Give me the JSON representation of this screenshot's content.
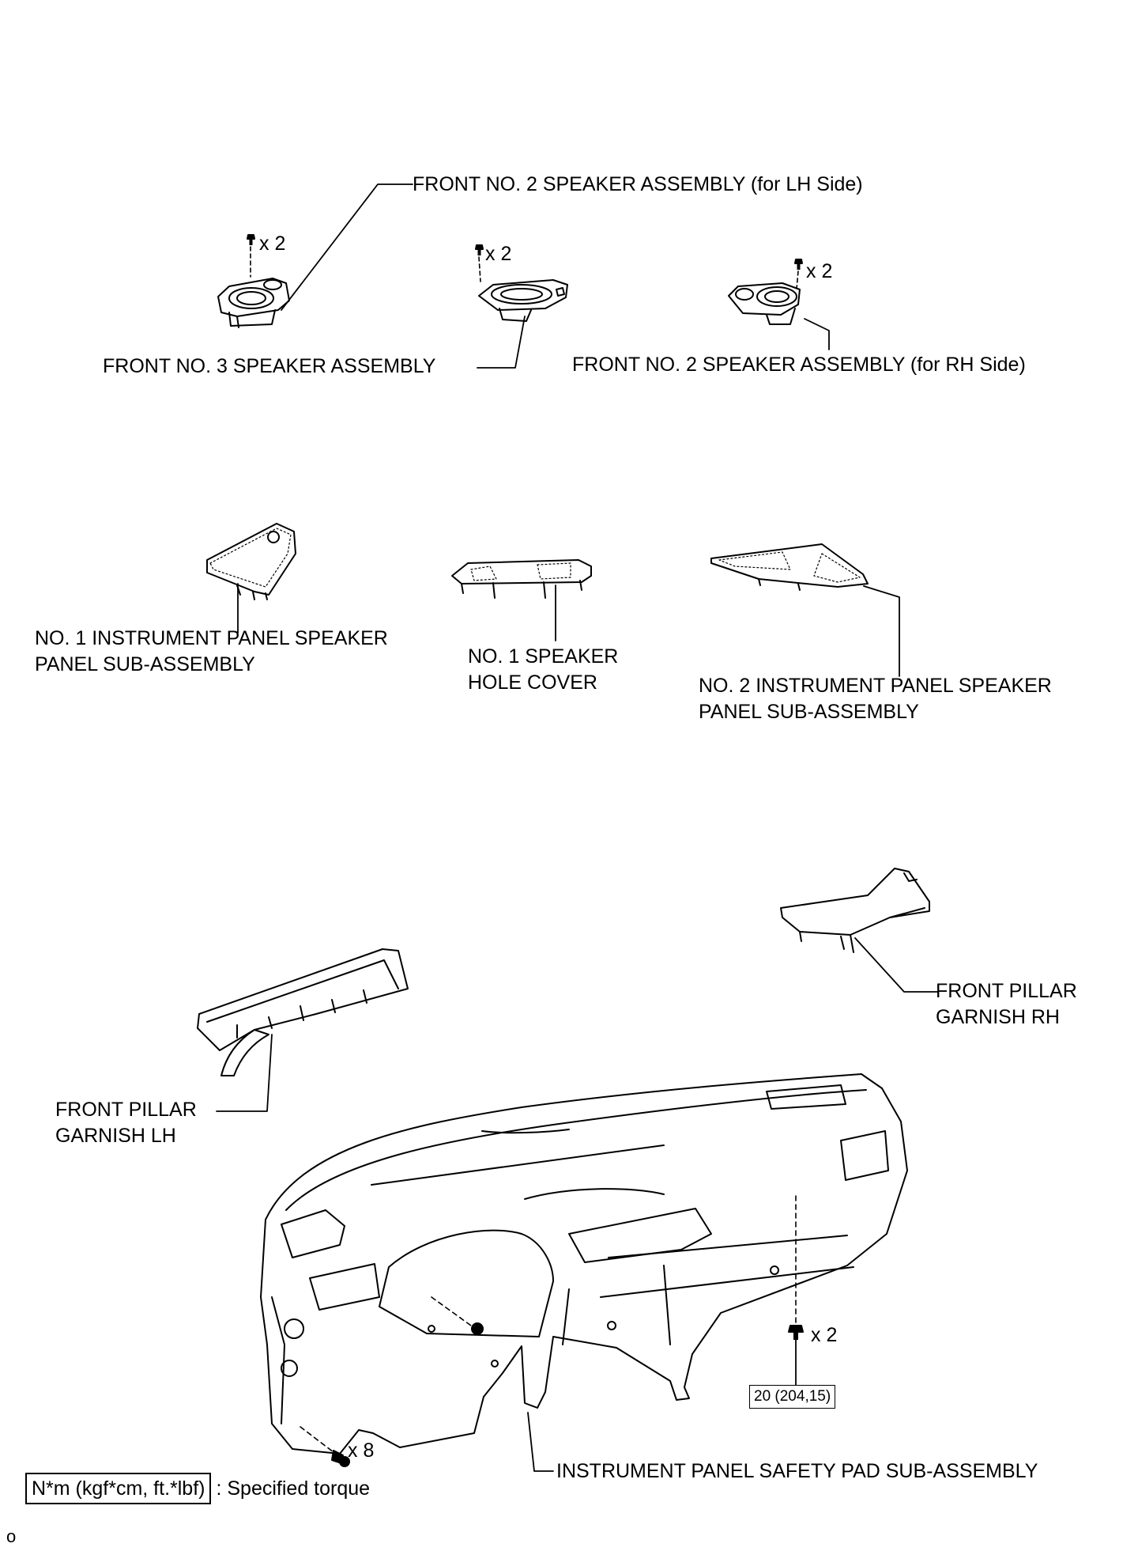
{
  "labels": {
    "front_no2_lh": "FRONT NO. 2 SPEAKER ASSEMBLY (for LH Side)",
    "front_no3": "FRONT NO. 3 SPEAKER ASSEMBLY",
    "front_no2_rh": "FRONT NO. 2 SPEAKER ASSEMBLY (for RH Side)",
    "no1_panel_line1": "NO. 1 INSTRUMENT PANEL SPEAKER",
    "no1_panel_line2": "PANEL SUB-ASSEMBLY",
    "hole_cover_line1": "NO. 1 SPEAKER",
    "hole_cover_line2": "HOLE COVER",
    "no2_panel_line1": "NO. 2 INSTRUMENT PANEL SPEAKER",
    "no2_panel_line2": "PANEL SUB-ASSEMBLY",
    "pillar_rh_line1": "FRONT PILLAR",
    "pillar_rh_line2": "GARNISH RH",
    "pillar_lh_line1": "FRONT PILLAR",
    "pillar_lh_line2": "GARNISH LH",
    "safety_pad": "INSTRUMENT PANEL SAFETY PAD SUB-ASSEMBLY"
  },
  "quantities": {
    "lh_speaker_screws": "x 2",
    "no3_speaker_screws": "x 2",
    "rh_speaker_screws": "x 2",
    "panel_bolts": "x 2",
    "panel_lower_bolts": "x 8"
  },
  "torque": {
    "panel_bolts": "20 (204,15)"
  },
  "legend": {
    "box": "N*m (kgf*cm, ft.*lbf)",
    "text": ": Specified torque"
  },
  "page_mark": "o"
}
